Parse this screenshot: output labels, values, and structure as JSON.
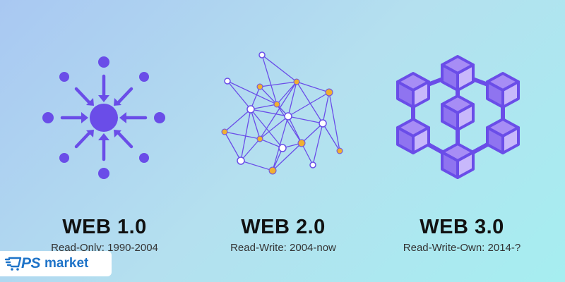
{
  "brand": {
    "logo_letters": "PS",
    "logo_word": "market",
    "brand_color": "#1e73c8"
  },
  "colors": {
    "primary": "#6a4de8",
    "accent_node": "#f0b030",
    "cube_top": "#a78df5",
    "cube_light": "#c8b8fb",
    "background_start": "#a9c8f2",
    "background_end": "#a6eef0"
  },
  "eras": [
    {
      "title": "WEB 1.0",
      "subtitle": "Read-Only: 1990-2004",
      "icon": "centralized-hub-icon"
    },
    {
      "title": "WEB 2.0",
      "subtitle": "Read-Write: 2004-now",
      "icon": "network-graph-icon"
    },
    {
      "title": "WEB 3.0",
      "subtitle": "Read-Write-Own: 2014-?",
      "icon": "blockchain-cubes-icon"
    }
  ]
}
